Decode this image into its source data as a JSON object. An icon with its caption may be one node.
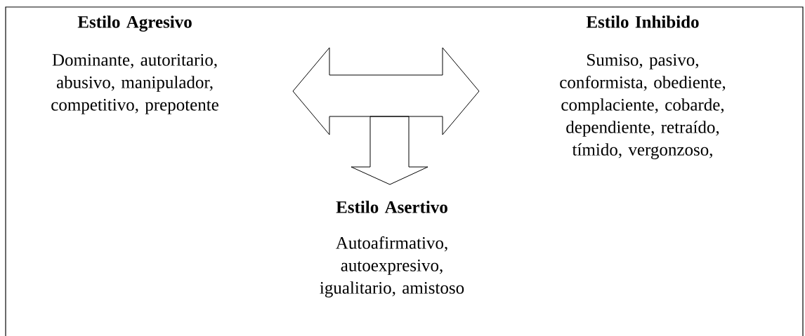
{
  "diagram": {
    "nodes": [
      {
        "text": [
          "Estilo Agresivo",
          "Dominante, autoritario, abusivo, manipulador, competitivo, prepotente"
        ]
      },
      {
        "text": [
          "Estilo Inhibido",
          "Sumiso, pasivo, conformista, obediente, complaciente, cobarde, dependiente, retraído, tímido, vergonzoso,"
        ]
      },
      {
        "text": [
          "Estilo Asertivo",
          "Autoafirmativo, autoexpresivo, igualitario, amistoso"
        ]
      }
    ],
    "edges": [
      {
        "from": 0,
        "to": 1,
        "arrow": "both"
      },
      {
        "from": null,
        "to": 2,
        "arrow": "to"
      }
    ]
  }
}
